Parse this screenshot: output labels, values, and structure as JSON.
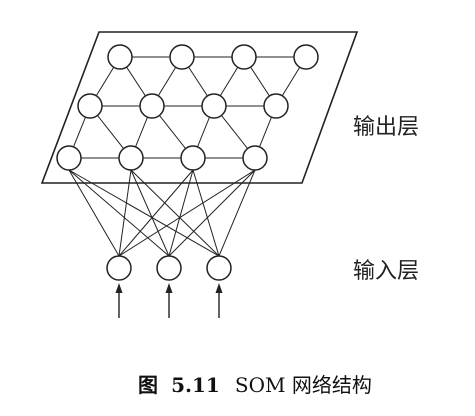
{
  "labels": {
    "output_layer": "输出层",
    "input_layer": "输入层"
  },
  "caption": {
    "prefix": "图",
    "number": "5.11",
    "title": "SOM 网络结构"
  },
  "network": {
    "output_rows": 3,
    "output_cols": 4,
    "input_nodes": 3,
    "node_fill": "#ffffff",
    "line_color": "#222222"
  }
}
